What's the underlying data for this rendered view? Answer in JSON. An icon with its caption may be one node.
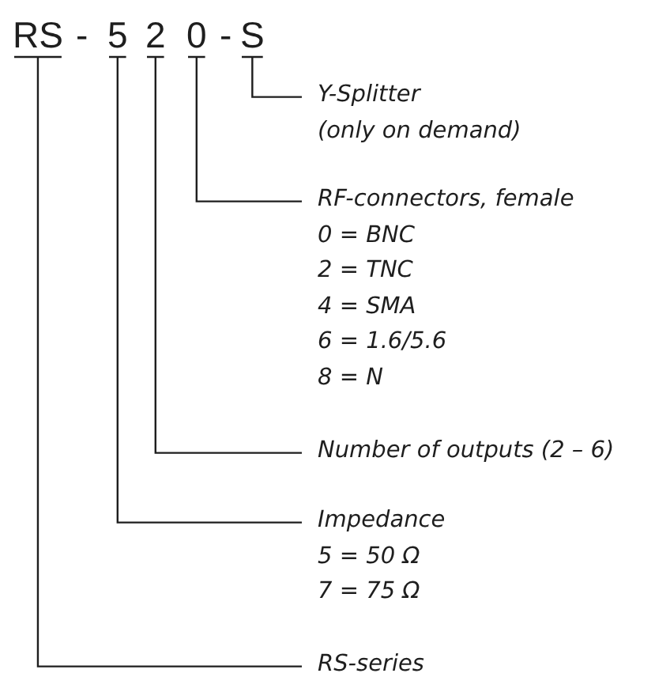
{
  "diagram": {
    "nodes": [
      {
        "text": [
          "RS"
        ]
      },
      {
        "text": [
          "5"
        ]
      },
      {
        "text": [
          "2"
        ]
      },
      {
        "text": [
          "0"
        ]
      },
      {
        "text": [
          "S"
        ]
      },
      {
        "text": [
          "Y-Splitter",
          "(only on demand)"
        ]
      },
      {
        "text": [
          "RF-connectors, female",
          "0 = BNC",
          "2 = TNC",
          "4 = SMA",
          "6 = 1.6/5.6",
          "8 = N"
        ]
      },
      {
        "text": [
          "Number of outputs (2 – 6)"
        ]
      },
      {
        "text": [
          "Impedance",
          "5 = 50 Ω",
          "7 = 75 Ω"
        ]
      },
      {
        "text": [
          "RS-series"
        ]
      }
    ],
    "edges": [
      {
        "from": 4,
        "to": 5,
        "arrow": "none"
      },
      {
        "from": 3,
        "to": 6,
        "arrow": "none"
      },
      {
        "from": 2,
        "to": 7,
        "arrow": "none"
      },
      {
        "from": 1,
        "to": 8,
        "arrow": "none"
      },
      {
        "from": 0,
        "to": 9,
        "arrow": "none"
      }
    ],
    "labels": [
      "-",
      "-"
    ]
  }
}
